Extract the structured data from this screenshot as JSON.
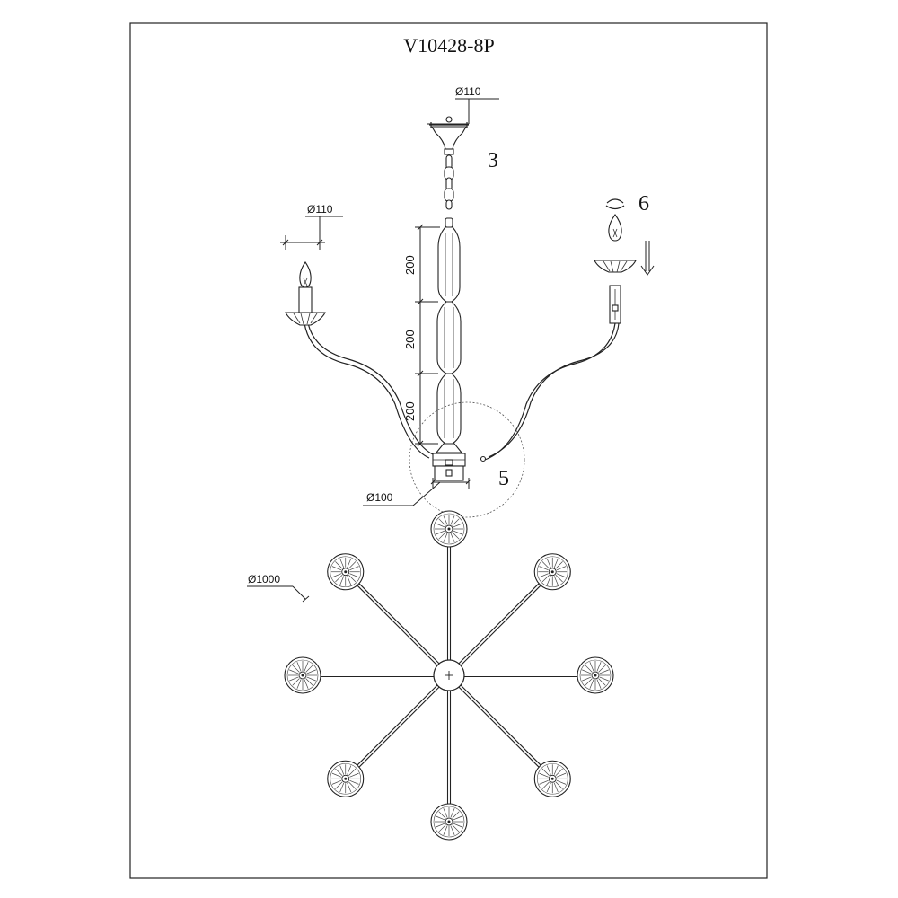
{
  "title": "V10428-8P",
  "dimensions": {
    "canopy_diameter": "Ø110",
    "candle_diameter": "Ø110",
    "body_diameter": "Ø100",
    "overall_diameter": "Ø1000",
    "segment_1": "200",
    "segment_2": "200",
    "segment_3": "200"
  },
  "callouts": {
    "canopy": "3",
    "bulb_install": "6",
    "body_detail": "5"
  },
  "arm_count": 8
}
